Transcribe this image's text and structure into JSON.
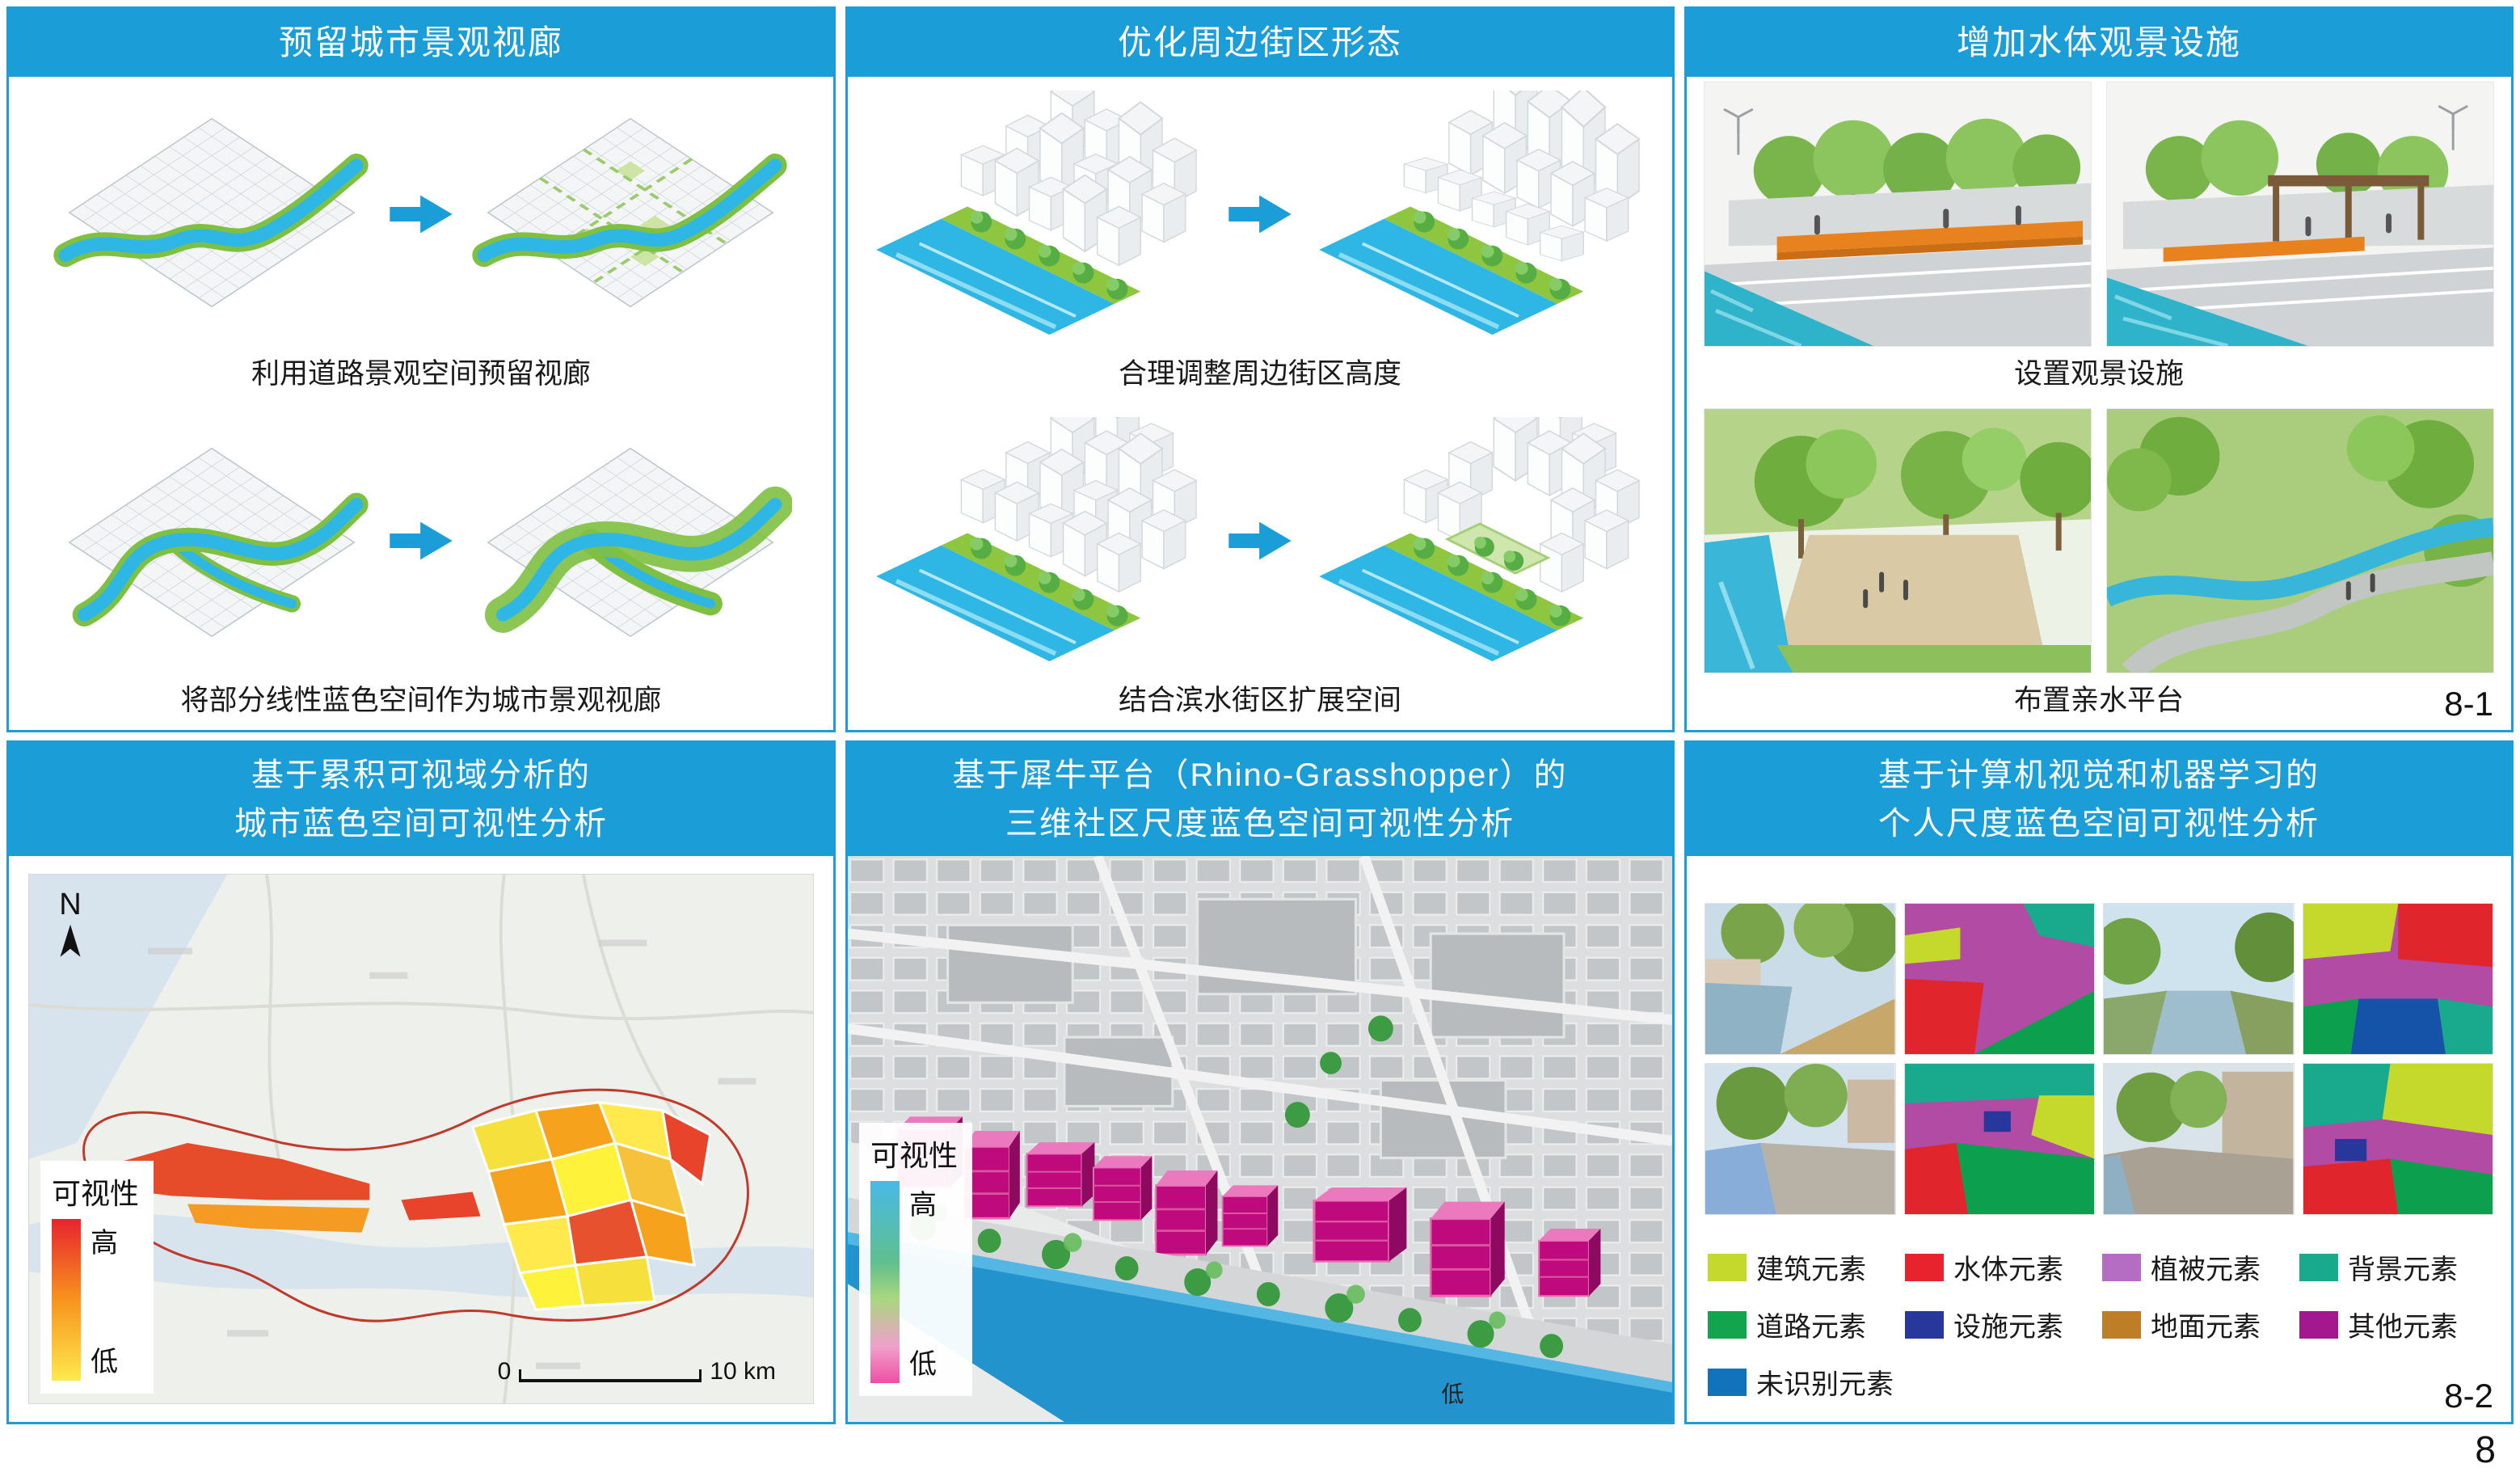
{
  "page": {
    "number": "8"
  },
  "colors": {
    "header_blue": "#1b9ed8",
    "water_cyan": "#2eb6e4",
    "arrow_blue": "#1b9ed8",
    "river_green": "#7fc043",
    "highlight_magenta": "#bf0a7e",
    "visibility_high_red": "#e8232e",
    "visibility_low_yellow": "#ffe94d"
  },
  "icons": {
    "flow_arrow": "arrow-right",
    "north_arrow": "compass-north"
  },
  "top_panel": {
    "label": "8-1",
    "columns": [
      {
        "header": "预留城市景观视廊",
        "caption1": "利用道路景观空间预留视廊",
        "caption2": "将部分线性蓝色空间作为城市景观视廊"
      },
      {
        "header": "优化周边街区形态",
        "caption1": "合理调整周边街区高度",
        "caption2": "结合滨水街区扩展空间"
      },
      {
        "header": "增加水体观景设施",
        "caption1": "设置观景设施",
        "caption2": "布置亲水平台"
      }
    ]
  },
  "bottom_panel": {
    "label": "8-2",
    "columns": [
      {
        "header_line1": "基于累积可视域分析的",
        "header_line2": "城市蓝色空间可视性分析"
      },
      {
        "header_line1": "基于犀牛平台（Rhino-Grasshopper）的",
        "header_line2": "三维社区尺度蓝色空间可视性分析"
      },
      {
        "header_line1": "基于计算机视觉和机器学习的",
        "header_line2": "个人尺度蓝色空间可视性分析"
      }
    ],
    "map": {
      "north": "N",
      "scale_zero": "0",
      "scale_max": "10 km"
    },
    "map_legend": {
      "title": "可视性",
      "high": "高",
      "low": "低"
    },
    "model_legend": {
      "title": "可视性",
      "high": "高",
      "low": "低",
      "inline_low": "低"
    },
    "seg_legend": [
      {
        "label": "建筑元素",
        "color": "#c5d92d"
      },
      {
        "label": "水体元素",
        "color": "#e8232e"
      },
      {
        "label": "植被元素",
        "color": "#b56cc3"
      },
      {
        "label": "背景元素",
        "color": "#19a98d"
      },
      {
        "label": "道路元素",
        "color": "#12a54e"
      },
      {
        "label": "设施元素",
        "color": "#27379b"
      },
      {
        "label": "地面元素",
        "color": "#bd7e27"
      },
      {
        "label": "其他元素",
        "color": "#a3188e"
      },
      {
        "label": "未识别元素",
        "color": "#1173bc"
      }
    ]
  }
}
